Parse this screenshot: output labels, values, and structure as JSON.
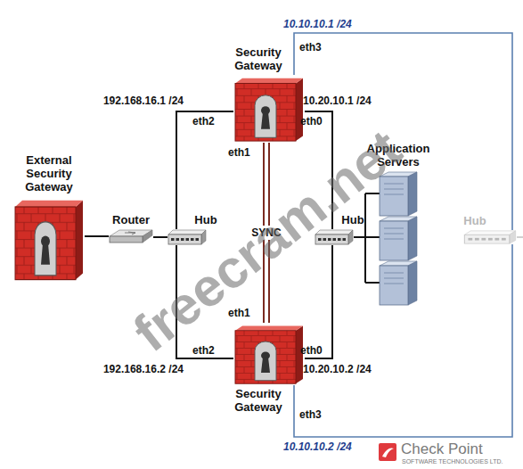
{
  "diagram": {
    "nodes": [
      {
        "text": [
          "External Security Gateway"
        ]
      },
      {
        "text": [
          "Router"
        ]
      },
      {
        "text": [
          "Hub"
        ]
      },
      {
        "text": [
          "Security Gateway"
        ]
      },
      {
        "text": [
          "Security Gateway"
        ]
      },
      {
        "text": [
          "Hub"
        ]
      },
      {
        "text": [
          "Application Servers"
        ]
      },
      {
        "text": [
          "Hub"
        ]
      }
    ],
    "edges": [
      {
        "from": 0,
        "to": 1,
        "arrow": "none"
      },
      {
        "from": 1,
        "to": 2,
        "arrow": "none"
      },
      {
        "from": 2,
        "to": 3,
        "arrow": "none"
      },
      {
        "from": 2,
        "to": 4,
        "arrow": "none"
      },
      {
        "from": 3,
        "to": 5,
        "arrow": "none"
      },
      {
        "from": 4,
        "to": 5,
        "arrow": "none"
      },
      {
        "from": 5,
        "to": 6,
        "arrow": "none"
      },
      {
        "from": 3,
        "to": 4,
        "label": "SYNC",
        "arrow": "none"
      },
      {
        "from": 3,
        "to": 7,
        "arrow": "none"
      },
      {
        "from": 4,
        "to": 7,
        "arrow": "none"
      }
    ],
    "labels": [
      "10.10.10.1 /24",
      "eth3",
      "192.168.16.1 /24",
      "eth2",
      "10.20.10.1 /24",
      "eth0",
      "eth1",
      "eth1",
      "eth2",
      "eth0",
      "192.168.16.2 /24",
      "10.20.10.2 /24",
      "eth3",
      "10.10.10.2 /24",
      "freecram.net",
      "Check Point",
      "SOFTWARE TECHNOLOGIES LTD."
    ]
  }
}
